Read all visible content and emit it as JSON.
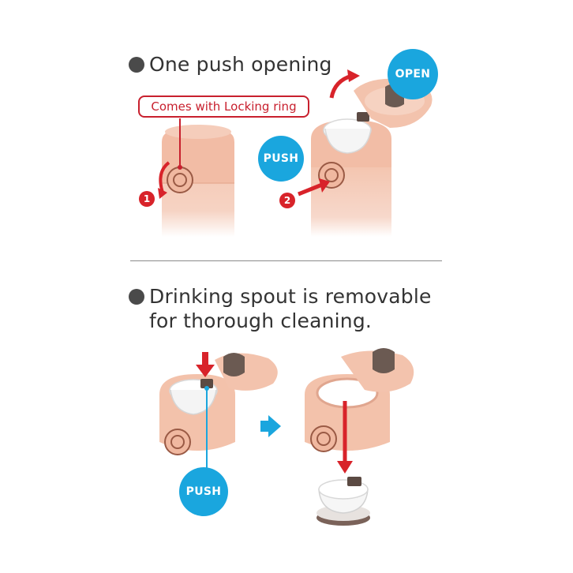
{
  "section1": {
    "heading": "One push opening",
    "callout": "Comes with Locking ring",
    "step1": "1",
    "step2": "2",
    "push_badge": "PUSH",
    "open_badge": "OPEN"
  },
  "section2": {
    "heading_line1": "Drinking spout is removable",
    "heading_line2": "for thorough cleaning.",
    "push_badge": "PUSH"
  },
  "colors": {
    "bottle_body": "#f4c7b2",
    "bottle_shade": "#eeb39b",
    "accent_red": "#d8232a",
    "badge_blue": "#1aa6de",
    "cap_brown": "#5b4a43"
  },
  "icons": [
    "right-arrow-icon",
    "down-arrow-icon",
    "rotate-arrow-icon"
  ]
}
